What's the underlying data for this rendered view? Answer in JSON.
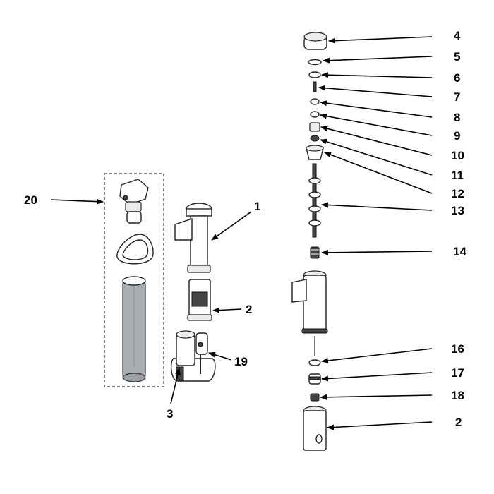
{
  "diagram": {
    "type": "exploded-parts-view",
    "colors": {
      "ink": "#000000",
      "filter_screen": "#a9adb2",
      "dark_part": "#444444",
      "paper": "#ffffff"
    },
    "callouts": [
      {
        "id": "c20",
        "label": "20"
      },
      {
        "id": "c1",
        "label": "1"
      },
      {
        "id": "c2a",
        "label": "2"
      },
      {
        "id": "c19",
        "label": "19"
      },
      {
        "id": "c3",
        "label": "3"
      },
      {
        "id": "c4",
        "label": "4"
      },
      {
        "id": "c5",
        "label": "5"
      },
      {
        "id": "c6",
        "label": "6"
      },
      {
        "id": "c7",
        "label": "7"
      },
      {
        "id": "c8",
        "label": "8"
      },
      {
        "id": "c9",
        "label": "9"
      },
      {
        "id": "c10",
        "label": "10"
      },
      {
        "id": "c11",
        "label": "11"
      },
      {
        "id": "c12",
        "label": "12"
      },
      {
        "id": "c13",
        "label": "13"
      },
      {
        "id": "c14",
        "label": "14"
      },
      {
        "id": "c16",
        "label": "16"
      },
      {
        "id": "c17",
        "label": "17"
      },
      {
        "id": "c18",
        "label": "18"
      },
      {
        "id": "c2b",
        "label": "2"
      }
    ]
  }
}
